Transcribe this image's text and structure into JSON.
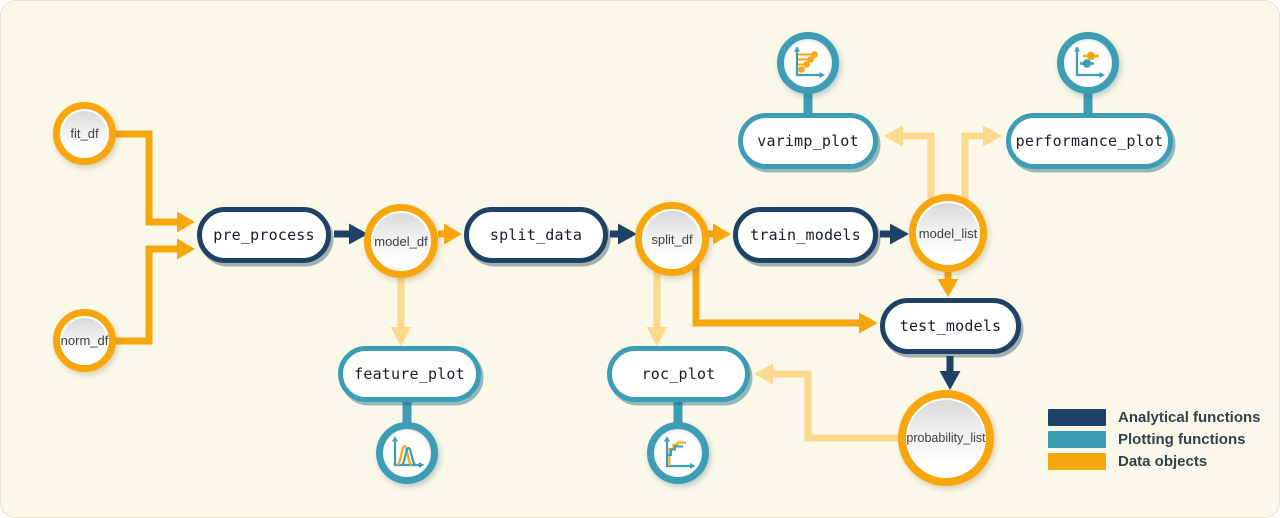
{
  "colors": {
    "background": "#FAF8E9",
    "analytical": "#1D4266",
    "plotting": "#3C9DB4",
    "data": "#F8A60D",
    "data_light": "#FBD98F"
  },
  "nodes": {
    "fit_df": {
      "label": "fit_df",
      "type": "data-object"
    },
    "norm_df": {
      "label": "norm_df",
      "type": "data-object"
    },
    "pre_process": {
      "label": "pre_process",
      "type": "analytical-function"
    },
    "model_df": {
      "label": "model_df",
      "type": "data-object"
    },
    "split_data": {
      "label": "split_data",
      "type": "analytical-function"
    },
    "split_df": {
      "label": "split_df",
      "type": "data-object"
    },
    "train_models": {
      "label": "train_models",
      "type": "analytical-function"
    },
    "model_list": {
      "label": "model_list",
      "type": "data-object"
    },
    "test_models": {
      "label": "test_models",
      "type": "analytical-function"
    },
    "probability_list": {
      "label": "probability_list",
      "type": "data-object"
    },
    "feature_plot": {
      "label": "feature_plot",
      "type": "plotting-function",
      "icon": "density-curves-icon"
    },
    "roc_plot": {
      "label": "roc_plot",
      "type": "plotting-function",
      "icon": "roc-curve-icon"
    },
    "varimp_plot": {
      "label": "varimp_plot",
      "type": "plotting-function",
      "icon": "lollipop-chart-icon"
    },
    "performance_plot": {
      "label": "performance_plot",
      "type": "plotting-function",
      "icon": "point-range-chart-icon"
    }
  },
  "edges": [
    {
      "from": "fit_df",
      "to": "pre_process",
      "color": "data"
    },
    {
      "from": "norm_df",
      "to": "pre_process",
      "color": "data"
    },
    {
      "from": "pre_process",
      "to": "model_df",
      "color": "analytical"
    },
    {
      "from": "model_df",
      "to": "split_data",
      "color": "data"
    },
    {
      "from": "model_df",
      "to": "feature_plot",
      "color": "data_light"
    },
    {
      "from": "split_data",
      "to": "split_df",
      "color": "analytical"
    },
    {
      "from": "split_df",
      "to": "train_models",
      "color": "data"
    },
    {
      "from": "split_df",
      "to": "roc_plot",
      "color": "data_light"
    },
    {
      "from": "split_df",
      "to": "test_models",
      "color": "data"
    },
    {
      "from": "train_models",
      "to": "model_list",
      "color": "analytical"
    },
    {
      "from": "model_list",
      "to": "varimp_plot",
      "color": "data_light"
    },
    {
      "from": "model_list",
      "to": "performance_plot",
      "color": "data_light"
    },
    {
      "from": "model_list",
      "to": "test_models",
      "color": "data"
    },
    {
      "from": "test_models",
      "to": "probability_list",
      "color": "analytical"
    },
    {
      "from": "probability_list",
      "to": "roc_plot",
      "color": "data_light"
    }
  ],
  "legend": {
    "items": [
      {
        "label": "Analytical functions",
        "color_key": "analytical"
      },
      {
        "label": "Plotting functions",
        "color_key": "plotting"
      },
      {
        "label": "Data objects",
        "color_key": "data"
      }
    ]
  }
}
